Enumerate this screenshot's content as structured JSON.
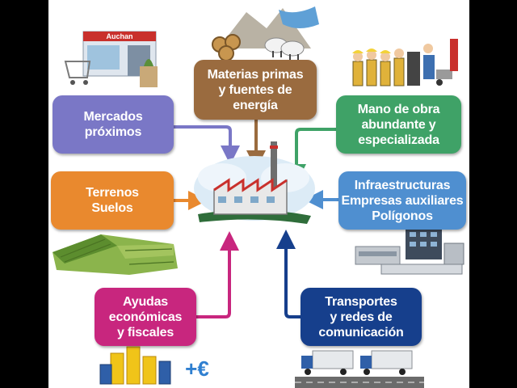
{
  "boxes": {
    "materias": {
      "lines": [
        "Materias primas",
        "y fuentes de",
        "energía"
      ],
      "color": "#9a6b3f"
    },
    "mercados": {
      "lines": [
        "Mercados",
        "próximos"
      ],
      "color": "#7a77c6"
    },
    "mano_obra": {
      "lines": [
        "Mano de obra",
        "abundante y",
        "especializada"
      ],
      "color": "#3fa267"
    },
    "terrenos": {
      "lines": [
        "Terrenos",
        "Suelos"
      ],
      "color": "#e9892e"
    },
    "infraestructuras": {
      "lines": [
        "Infraestructuras",
        "Empresas auxiliares",
        "Polígonos"
      ],
      "color": "#4f8fd0"
    },
    "ayudas": {
      "lines": [
        "Ayudas",
        "económicas",
        "y fiscales"
      ],
      "color": "#c8267e"
    },
    "transportes": {
      "lines": [
        "Transportes",
        "y redes de",
        "comunicación"
      ],
      "color": "#163f8c"
    }
  },
  "shop_sign": "Auchan",
  "euro_sign": "+€"
}
